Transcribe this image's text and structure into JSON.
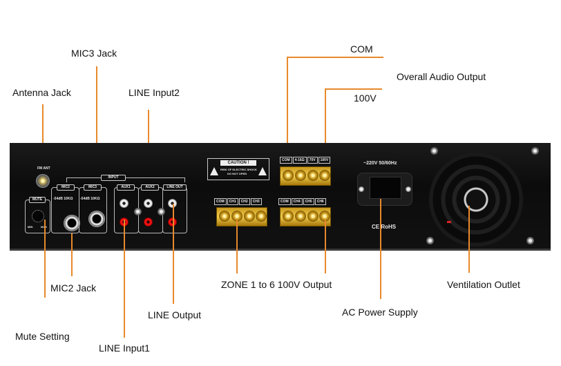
{
  "callouts": {
    "antenna_jack": "Antenna Jack",
    "mic3_jack": "MIC3 Jack",
    "line_input2": "LINE Input2",
    "com": "COM",
    "overall_audio_output": "Overall Audio Output",
    "v100": "100V",
    "mic2_jack": "MIC2 Jack",
    "mute_setting": "Mute Setting",
    "line_input1": "LINE Input1",
    "line_output": "LINE Output",
    "zone_output": "ZONE 1 to 6 100V Output",
    "ac_power_supply": "AC Power Supply",
    "ventilation_outlet": "Ventilation Outlet"
  },
  "panel": {
    "fm_ant": "FM ANT",
    "input_group": "INPUT",
    "mute": "MUTE",
    "mute_min": "MIN",
    "mute_max": "MAX",
    "mic2": "MIC2",
    "mic3": "MIC3",
    "mic_spec": "-54dB 10KΩ",
    "aux1": "AUX1",
    "aux2": "AUX2",
    "line_out": "LINE OUT",
    "caution_title": "CAUTION !",
    "caution_line1": "RISK OF ELECTRIC SHOCK",
    "caution_line2": "DO NOT OPEN",
    "output_terminals": [
      "COM",
      "4-16Ω",
      "70V",
      "100V"
    ],
    "zone_terminals_a": [
      "COM",
      "CH1",
      "CH2",
      "CH3"
    ],
    "zone_terminals_b": [
      "COM",
      "CH4",
      "CH5",
      "CH6"
    ],
    "power_rating": "~220V 50/60Hz",
    "cert_marks": "CE RoHS"
  },
  "colors": {
    "callout_line": "#e8892b",
    "panel": "#111111",
    "terminal": "#e0b43a"
  }
}
